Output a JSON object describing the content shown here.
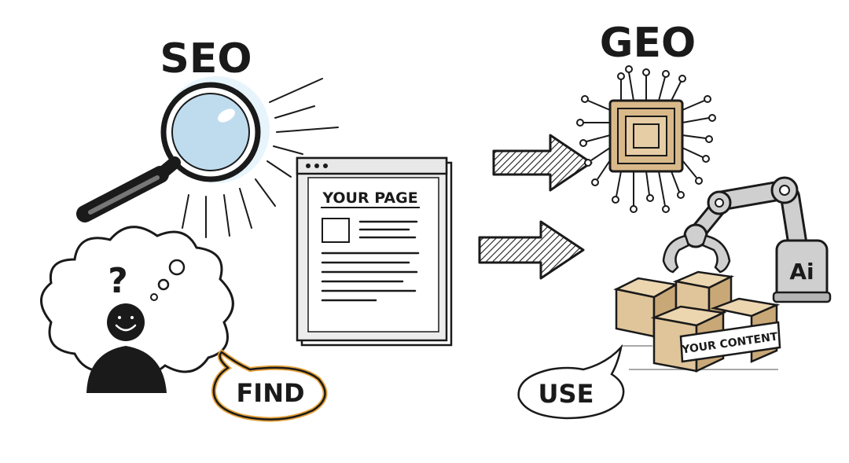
{
  "left_title": "SEO",
  "right_title": "GEO",
  "page_label": "YOUR PAGE",
  "user_thought_mark": "?",
  "find_label": "FIND",
  "use_label": "USE",
  "ai_label": "Ai",
  "content_label": "YOUR CONTENT",
  "colors": {
    "ink": "#1a1a1a",
    "lens": "#bfdcef",
    "find_outline": "#e4a13a",
    "chip": "#d9b98a",
    "box": "#e0c59a",
    "arm": "#cfcfcf"
  }
}
